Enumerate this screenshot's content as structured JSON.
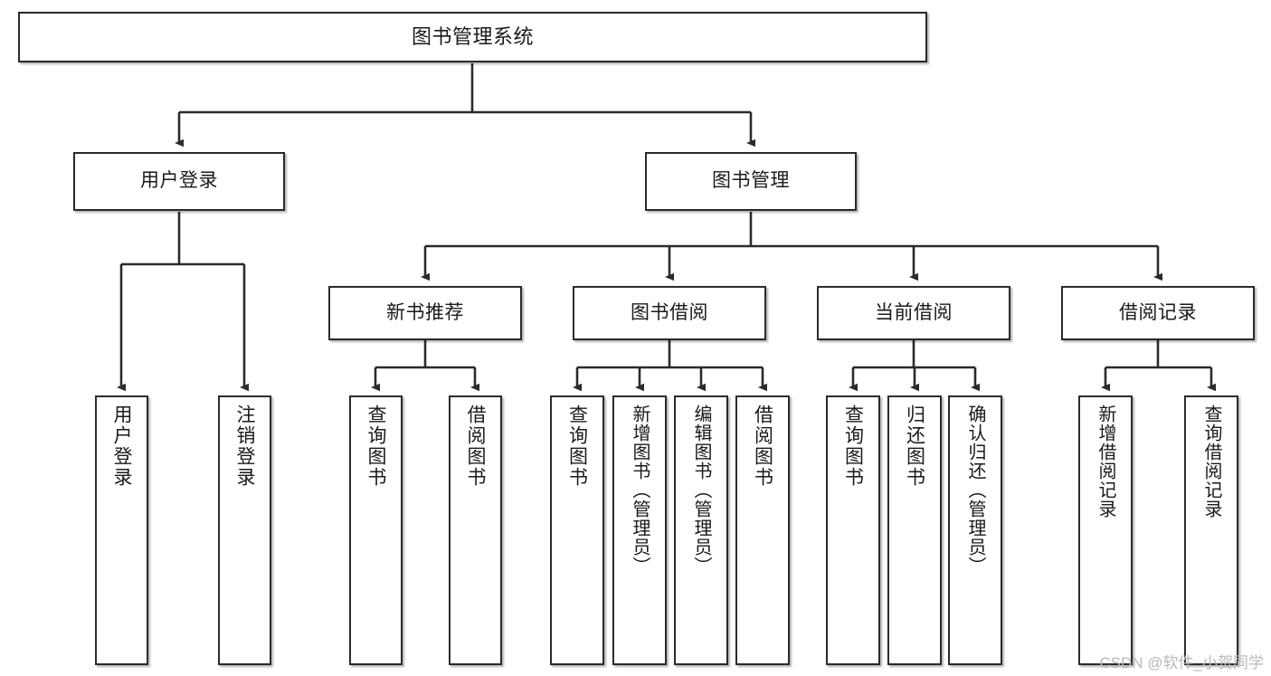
{
  "diagram": {
    "type": "tree-hierarchy",
    "title": "图书管理系统",
    "watermark": "CSDN @软件_小贺同学",
    "colors": {
      "node_border": "#2b2b2b",
      "node_fill": "#ffffff",
      "edge": "#2b2b2b",
      "text": "#1a1a1a",
      "watermark": "#b9b9b9",
      "background": "#ffffff"
    },
    "nodes": {
      "root": {
        "label": "图书管理系统"
      },
      "level2": [
        {
          "id": "user-login",
          "label": "用户登录"
        },
        {
          "id": "book-manage",
          "label": "图书管理"
        }
      ],
      "level3": [
        {
          "id": "new-book-rec",
          "label": "新书推荐"
        },
        {
          "id": "book-borrow",
          "label": "图书借阅"
        },
        {
          "id": "current-borrow",
          "label": "当前借阅"
        },
        {
          "id": "borrow-record",
          "label": "借阅记录"
        }
      ],
      "leaves": {
        "user_login": [
          {
            "id": "leaf-user-login",
            "label": "用户登录"
          },
          {
            "id": "leaf-user-logout",
            "label": "注销登录"
          }
        ],
        "new_book_rec": [
          {
            "id": "leaf-query-book-1",
            "label": "查询图书"
          },
          {
            "id": "leaf-borrow-book-1",
            "label": "借阅图书"
          }
        ],
        "book_borrow": [
          {
            "id": "leaf-query-book-2",
            "label": "查询图书"
          },
          {
            "id": "leaf-add-book",
            "label": "新增图书（管理员）"
          },
          {
            "id": "leaf-edit-book",
            "label": "编辑图书（管理员）"
          },
          {
            "id": "leaf-borrow-book-2",
            "label": "借阅图书"
          }
        ],
        "current_borrow": [
          {
            "id": "leaf-query-book-3",
            "label": "查询图书"
          },
          {
            "id": "leaf-return-book",
            "label": "归还图书"
          },
          {
            "id": "leaf-confirm-return",
            "label": "确认归还（管理员）"
          }
        ],
        "borrow_record": [
          {
            "id": "leaf-add-record",
            "label": "新增借阅记录"
          },
          {
            "id": "leaf-query-record",
            "label": "查询借阅记录"
          }
        ]
      }
    }
  }
}
